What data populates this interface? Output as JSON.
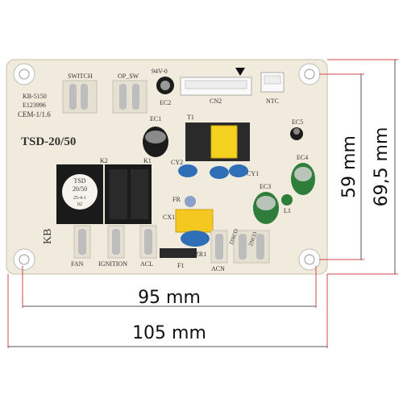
{
  "board": {
    "model_line1": "KB-5150",
    "model_line2": "E123996",
    "model_line3": "CEM-1/1.6",
    "title": "TSD-20/50",
    "ul_mark": "94V-0",
    "kb_mark": "KB"
  },
  "silkscreen": {
    "switch": "SWITCH",
    "op_sw": "OP_SW",
    "ec2": "EC2",
    "cn2": "CN2",
    "ntc": "NTC",
    "ec1": "EC1",
    "t1": "T1",
    "ec5": "EC5",
    "cy2": "CY2",
    "cy1": "CY1",
    "k2": "K2",
    "k1": "K1",
    "ec4": "EC4",
    "ec3": "EC3",
    "fr": "FR",
    "cx1": "CX1",
    "l1": "L1",
    "zr1": "ZR1",
    "f1": "F1",
    "fan": "FAN",
    "ignition": "IGNITION",
    "acl": "ACL",
    "acn": "ACN",
    "dnco": "DNCO",
    "dnco2": "2NCO"
  },
  "relay": {
    "line1": "TSD",
    "line2": "20/50",
    "line3": "25-4-1",
    "line4": "02"
  },
  "dimensions": {
    "inner_width": "95 mm",
    "outer_width": "105 mm",
    "inner_height": "59 mm",
    "outer_height": "69,5 mm"
  },
  "colors": {
    "board": "#f1ebde",
    "relay": "#1a1a1a",
    "capacitor_green": "#2e7d3a",
    "capacitor_black": "#1c1c1c",
    "cap_blue": "#2f6fb8",
    "transformer_yellow": "#f4d21f",
    "dimension_line": "#d04a4a"
  }
}
